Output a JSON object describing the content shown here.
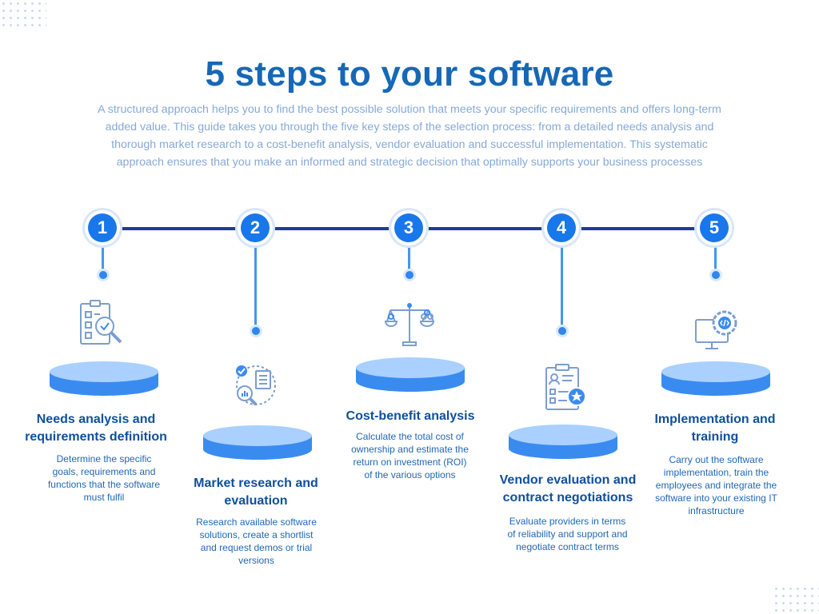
{
  "title": "5 steps to your software",
  "intro": "A structured approach helps you to find the best possible solution that meets your specific requirements and offers long-term added value. This guide takes you through the five key steps of the selection process: from a detailed needs analysis and thorough market research to a cost-benefit analysis, vendor evaluation and successful implementation. This systematic approach ensures that you make an informed and strategic decision that optimally supports your business processes",
  "colors": {
    "title": "#1668b6",
    "intro": "#86a9d6",
    "accent": "#1877ea",
    "timeline": "#1c3e95",
    "platform_top": "#a9d0ff",
    "platform_side": "#3a8bf0"
  },
  "steps": [
    {
      "number": "1",
      "title": "Needs analysis and requirements definition",
      "description": "Determine the specific goals, requirements and functions that the software must fulfil",
      "icon": "checklist-magnifier-icon"
    },
    {
      "number": "2",
      "title": "Market research and evaluation",
      "description": "Research available software solutions, create a shortlist and request demos or trial versions",
      "icon": "research-chart-icon"
    },
    {
      "number": "3",
      "title": "Cost-benefit analysis",
      "description": "Calculate the total cost of ownership and estimate the return on investment (ROI) of the various options",
      "icon": "balance-scale-icon"
    },
    {
      "number": "4",
      "title": "Vendor evaluation and contract negotiations",
      "description": "Evaluate providers in terms of reliability and support and negotiate contract terms",
      "icon": "clipboard-star-icon"
    },
    {
      "number": "5",
      "title": "Implementation and training",
      "description": "Carry out the software implementation, train the employees and integrate the software into your existing IT infrastructure",
      "icon": "monitor-gear-icon"
    }
  ]
}
